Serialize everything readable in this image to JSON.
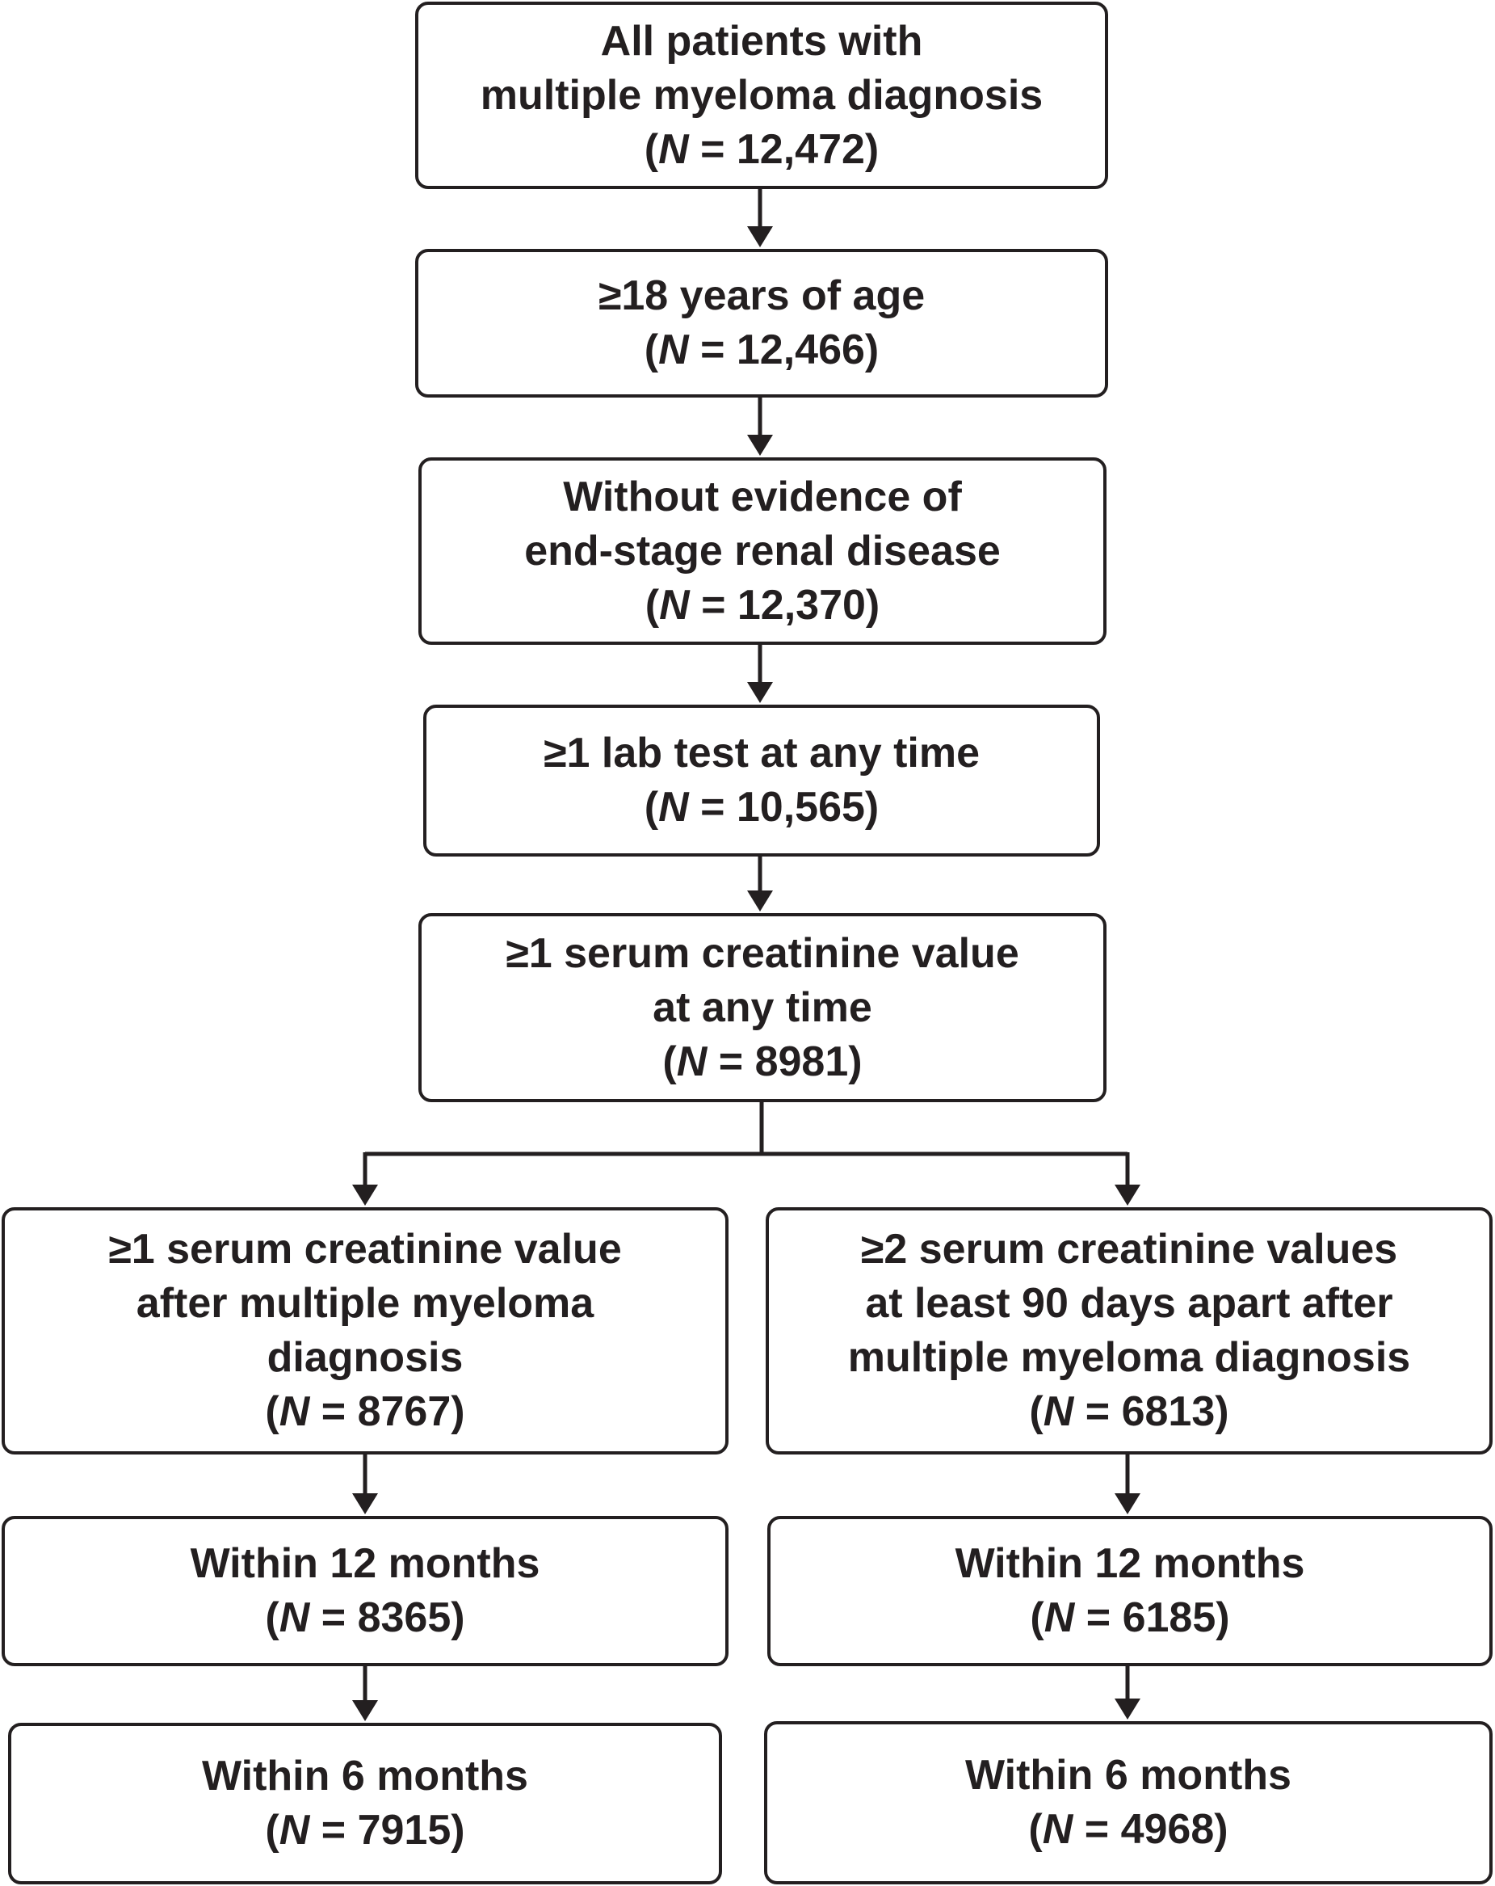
{
  "colors": {
    "ink": "#231f20",
    "background": "#ffffff"
  },
  "boxes": {
    "all_patients": {
      "lines": [
        "All patients with",
        "multiple myeloma diagnosis"
      ],
      "n_letter": "N",
      "n_rest": " = 12,472)"
    },
    "adults": {
      "lines": [
        "≥18 years of age"
      ],
      "n_letter": "N",
      "n_rest": " = 12,466)"
    },
    "no_esrd": {
      "lines": [
        "Without evidence of",
        "end-stage renal disease"
      ],
      "n_letter": "N",
      "n_rest": " = 12,370)"
    },
    "lab_test": {
      "lines": [
        "≥1 lab test at any time"
      ],
      "n_letter": "N",
      "n_rest": " = 10,565)"
    },
    "serum_any": {
      "lines": [
        "≥1 serum creatinine value",
        "at any time"
      ],
      "n_letter": "N",
      "n_rest": " = 8981)"
    },
    "left_after": {
      "lines": [
        "≥1 serum creatinine value",
        "after multiple myeloma",
        "diagnosis"
      ],
      "n_letter": "N",
      "n_rest": " = 8767)"
    },
    "right_after": {
      "lines": [
        "≥2 serum creatinine values",
        "at least 90 days apart after",
        "multiple myeloma diagnosis"
      ],
      "n_letter": "N",
      "n_rest": " = 6813)"
    },
    "left_12m": {
      "lines": [
        "Within 12 months"
      ],
      "n_letter": "N",
      "n_rest": " = 8365)"
    },
    "right_12m": {
      "lines": [
        "Within 12 months"
      ],
      "n_letter": "N",
      "n_rest": " = 6185)"
    },
    "left_6m": {
      "lines": [
        "Within 6 months"
      ],
      "n_letter": "N",
      "n_rest": " = 7915)"
    },
    "right_6m": {
      "lines": [
        "Within 6 months"
      ],
      "n_letter": "N",
      "n_rest": " = 4968)"
    }
  }
}
